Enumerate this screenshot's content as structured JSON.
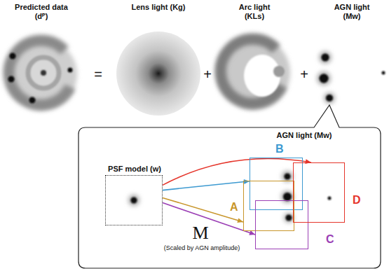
{
  "diagram": {
    "nodes": [
      {
        "text": [
          "Predicted data (dᴾ)"
        ]
      },
      {
        "text": [
          "Lens light (Kg)"
        ]
      },
      {
        "text": [
          "Arc light (KLs)"
        ]
      },
      {
        "text": [
          "AGN light (Mw)"
        ]
      },
      {
        "text": [
          "PSF model (w)"
        ]
      },
      {
        "text": [
          "B"
        ]
      },
      {
        "text": [
          "A"
        ]
      },
      {
        "text": [
          "C"
        ]
      },
      {
        "text": [
          "D"
        ]
      }
    ],
    "edges": [
      {
        "from": 4,
        "to": 5,
        "arrow": "to"
      },
      {
        "from": 4,
        "to": 6,
        "arrow": "to"
      },
      {
        "from": 4,
        "to": 7,
        "arrow": "to"
      },
      {
        "from": 4,
        "to": 8,
        "arrow": "to"
      }
    ],
    "labels": [
      "=",
      "+",
      "+",
      "AGN light (Mw)",
      "M",
      "(Scaled by AGN amplitude)"
    ]
  }
}
